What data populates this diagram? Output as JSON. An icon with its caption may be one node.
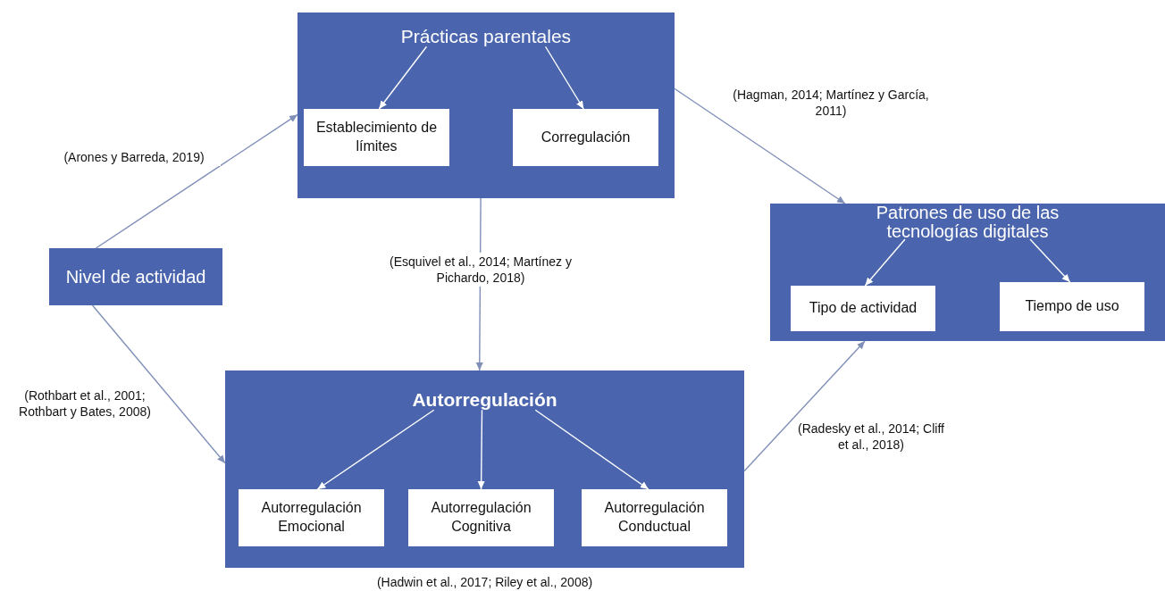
{
  "diagram": {
    "nodes": [
      {
        "text": [
          "Prácticas parentales"
        ]
      },
      {
        "text": [
          "Establecimiento de límites"
        ],
        "in": 0
      },
      {
        "text": [
          "Corregulación"
        ],
        "in": 0
      },
      {
        "text": [
          "Patrones de uso de las tecnologías digitales"
        ]
      },
      {
        "text": [
          "Tipo de actividad"
        ],
        "in": 3
      },
      {
        "text": [
          "Tiempo de uso"
        ],
        "in": 3
      },
      {
        "text": [
          "Nivel de actividad"
        ]
      },
      {
        "text": [
          "Autorregulación"
        ],
        "beside": [
          "(Hadwin et al., 2017; Riley et al., 2008)"
        ]
      },
      {
        "text": [
          "Autorregulación Emocional"
        ],
        "in": 7
      },
      {
        "text": [
          "Autorregulación Cognitiva"
        ],
        "in": 7
      },
      {
        "text": [
          "Autorregulación Conductual"
        ],
        "in": 7
      }
    ],
    "edges": [
      {
        "from": 0,
        "to": 1,
        "arrow": "to"
      },
      {
        "from": 0,
        "to": 2,
        "arrow": "to"
      },
      {
        "from": 3,
        "to": 4,
        "arrow": "to"
      },
      {
        "from": 3,
        "to": 5,
        "arrow": "to"
      },
      {
        "from": 7,
        "to": 8,
        "arrow": "to"
      },
      {
        "from": 7,
        "to": 9,
        "arrow": "to"
      },
      {
        "from": 7,
        "to": 10,
        "arrow": "to"
      },
      {
        "from": 6,
        "to": 0,
        "arrow": "to",
        "label": "(Arones y Barreda, 2019)",
        "color": "#7f8fb8"
      },
      {
        "from": 0,
        "to": 3,
        "arrow": "to",
        "label": "(Hagman, 2014; Martínez y García, 2011)",
        "color": "#7f8fb8"
      },
      {
        "from": 0,
        "to": 7,
        "arrow": "to",
        "label": "(Esquivel et al., 2014; Martínez y Pichardo, 2018)",
        "color": "#7f8fb8"
      },
      {
        "from": 6,
        "to": 7,
        "arrow": "to",
        "label": "(Rothbart et al., 2001; Rothbart y Bates, 2008)",
        "color": "#7f8fb8"
      },
      {
        "from": 7,
        "to": 3,
        "arrow": "to",
        "label": "(Radesky et al., 2014; Cliff et al., 2018)",
        "color": "#7f8fb8"
      }
    ]
  }
}
